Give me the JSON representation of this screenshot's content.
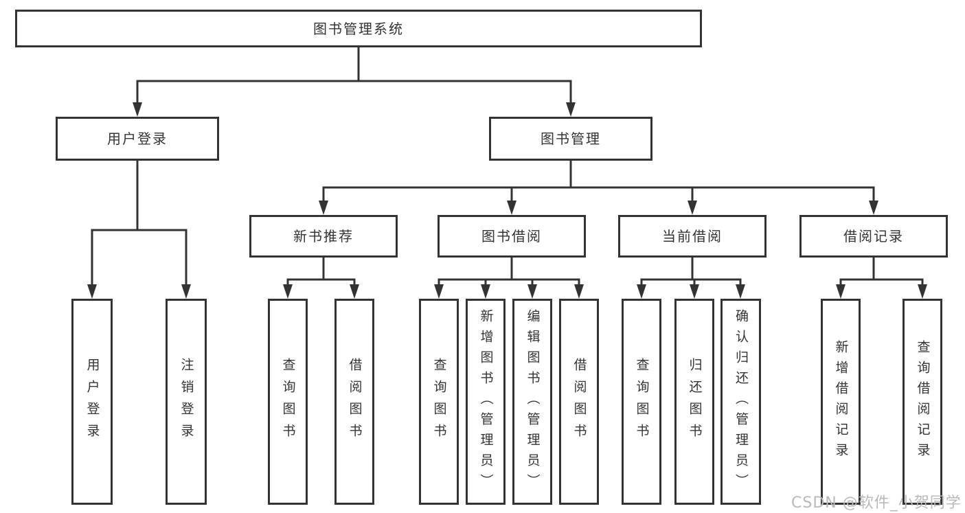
{
  "tree": {
    "label": "图书管理系统",
    "children": [
      {
        "label": "用户登录",
        "children": [
          {
            "label": "用户登录"
          },
          {
            "label": "注销登录"
          }
        ]
      },
      {
        "label": "图书管理",
        "children": [
          {
            "label": "新书推荐",
            "children": [
              {
                "label": "查询图书"
              },
              {
                "label": "借阅图书"
              }
            ]
          },
          {
            "label": "图书借阅",
            "children": [
              {
                "label": "查询图书"
              },
              {
                "label": "新增图书（管理员）"
              },
              {
                "label": "编辑图书（管理员）"
              },
              {
                "label": "借阅图书"
              }
            ]
          },
          {
            "label": "当前借阅",
            "children": [
              {
                "label": "查询图书"
              },
              {
                "label": "归还图书"
              },
              {
                "label": "确认归还（管理员）"
              }
            ]
          },
          {
            "label": "借阅记录",
            "children": [
              {
                "label": "新增借阅记录"
              },
              {
                "label": "查询借阅记录"
              }
            ]
          }
        ]
      }
    ]
  },
  "watermark": {
    "text": "CSDN @软件_小贺同学"
  },
  "colors": {
    "line": "#333333",
    "box_border": "#333333",
    "box_fill": "#ffffff",
    "text": "#333333",
    "watermark": "#b9b9b9"
  }
}
